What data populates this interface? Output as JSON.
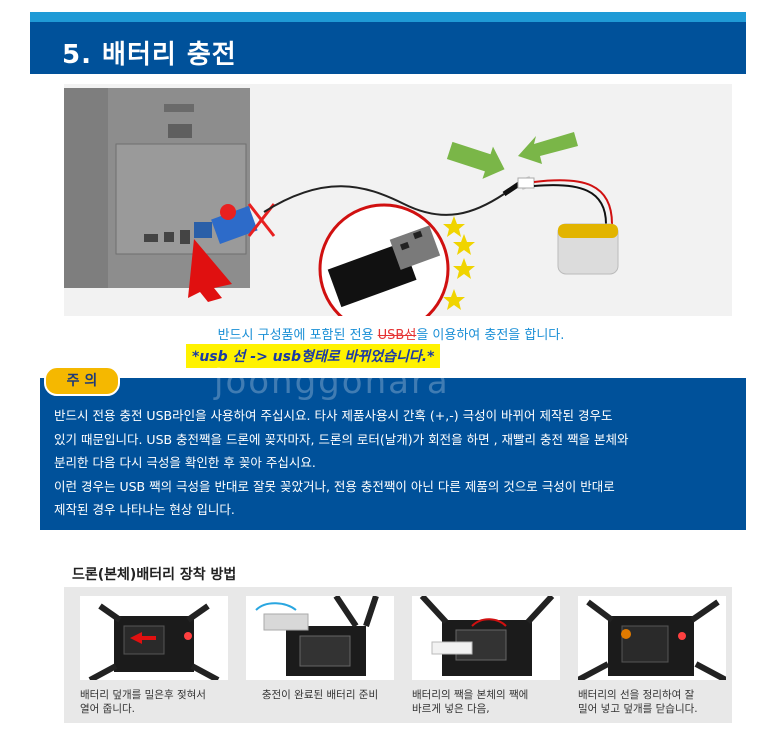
{
  "header": {
    "title": "5. 배터리 충전"
  },
  "caption": {
    "prefix": "반드시 구성품에 포함된 전용 ",
    "struck": "USB선",
    "suffix": "을 이용하여 충전을 합니다."
  },
  "change_note": "*usb 선 -> usb형태로 바뀌었습니다.*",
  "caution": {
    "tab_label": "주 의",
    "lines": [
      "반드시 전용 충전 USB라인을 사용하여 주십시요.  타사 제품사용시  간혹 (+,-) 극성이 바뀌어 제작된 경우도",
      "있기 때문입니다. USB 충전짹을 드론에 꽂자마자, 드론의 로터(날개)가 회전을 하면 , 재빨리 충전 짹을 본체와",
      "분리한 다음 다시 극성을 확인한 후 꽂아 주십시요.",
      "이런 경우는 USB 짹의 극성을 반대로 잘못 꽂았거나, 전용 충전짹이 아닌 다른 제품의 것으로 극성이 반대로",
      "제작된 경우 나타나는 현상 입니다."
    ],
    "watermark": "joonggonara"
  },
  "install": {
    "title": "드론(본체)배터리 장착 방법",
    "steps": [
      {
        "caption": "배터리 덮개를 밀은후 젖혀서\n열어 줍니다."
      },
      {
        "caption": "충전이 완료된 배터리 준비"
      },
      {
        "caption": "배터리의 짹을 본체의 짹에\n바르게 넣은 다음,"
      },
      {
        "caption": "배터리의 선을 정리하여 잘\n밀어 넣고 덮개를 닫습니다."
      }
    ]
  },
  "colors": {
    "brand_blue": "#00519a",
    "light_blue": "#1f9ad6",
    "caution_yellow": "#f5b800",
    "note_yellow": "#fff200"
  },
  "icons": [
    "computer-tower-icon",
    "usb-dongle-icon",
    "battery-icon",
    "arrow-icon",
    "star-icon"
  ]
}
